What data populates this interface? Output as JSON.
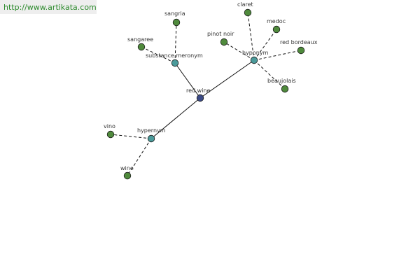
{
  "header": {
    "url_text": "http://www.artikata.com"
  },
  "colors": {
    "root_node": "#3b4a86",
    "relation_node": "#4a9a9a",
    "term_node": "#4f8a3c",
    "url_text": "#2b8a2b",
    "banner_bg": "#eeeeee"
  },
  "graph": {
    "root": {
      "id": "red-wine",
      "label": "red wine"
    },
    "relations": [
      {
        "id": "substance-meronym",
        "label": "substance meronym"
      },
      {
        "id": "hyponym",
        "label": "hyponym"
      },
      {
        "id": "hypernym",
        "label": "hypernym"
      }
    ],
    "terms": [
      {
        "id": "sangria",
        "label": "sangria",
        "relation": "substance-meronym"
      },
      {
        "id": "sangaree",
        "label": "sangaree",
        "relation": "substance-meronym"
      },
      {
        "id": "claret",
        "label": "claret",
        "relation": "hyponym"
      },
      {
        "id": "medoc",
        "label": "medoc",
        "relation": "hyponym"
      },
      {
        "id": "pinot-noir",
        "label": "pinot noir",
        "relation": "hyponym"
      },
      {
        "id": "red-bordeaux",
        "label": "red bordeaux",
        "relation": "hyponym"
      },
      {
        "id": "beaujolais",
        "label": "beaujolais",
        "relation": "hyponym"
      },
      {
        "id": "vino",
        "label": "vino",
        "relation": "hypernym"
      },
      {
        "id": "wine",
        "label": "wine",
        "relation": "hypernym"
      }
    ]
  }
}
